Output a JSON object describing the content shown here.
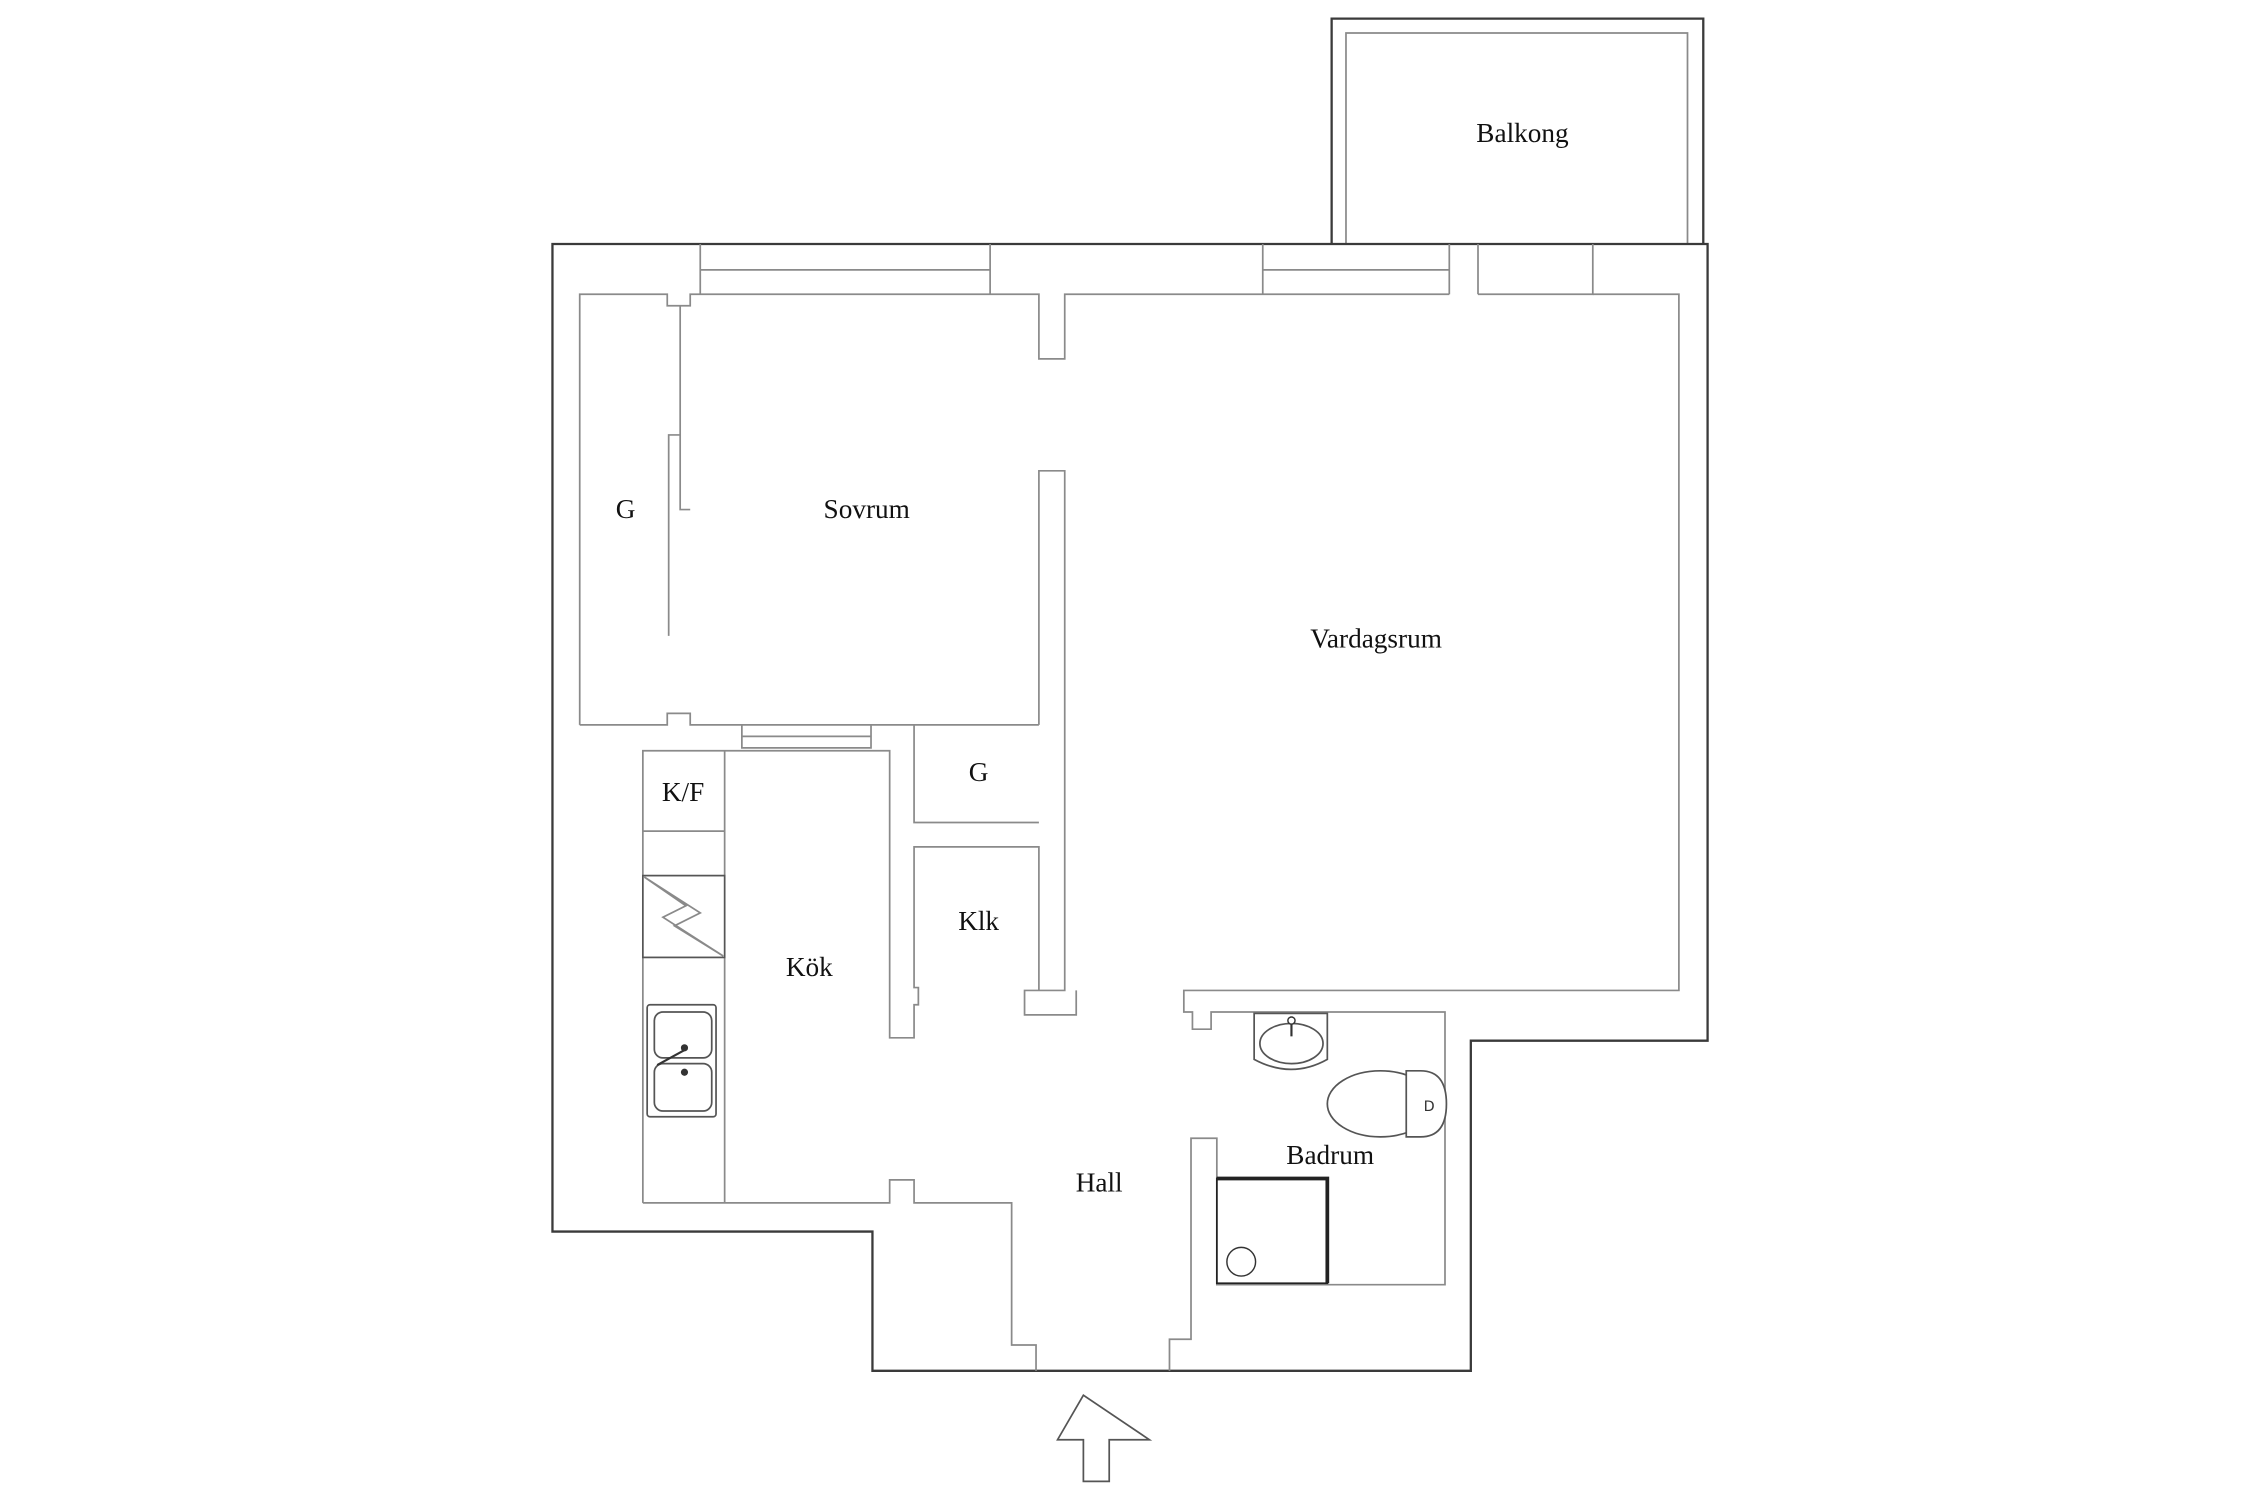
{
  "plan": {
    "rooms": [
      {
        "id": "balkong",
        "label": "Balkong"
      },
      {
        "id": "sovrum",
        "label": "Sovrum"
      },
      {
        "id": "garderob-sovrum",
        "label": "G"
      },
      {
        "id": "vardagsrum",
        "label": "Vardagsrum"
      },
      {
        "id": "garderob-hall",
        "label": "G"
      },
      {
        "id": "kyl-frys",
        "label": "K/F"
      },
      {
        "id": "kok",
        "label": "Kök"
      },
      {
        "id": "klk",
        "label": "Klk"
      },
      {
        "id": "badrum",
        "label": "Badrum"
      },
      {
        "id": "hall",
        "label": "Hall"
      }
    ],
    "fixtures": [
      "stove",
      "double-sink",
      "washbasin",
      "toilet",
      "shower"
    ],
    "entrance_arrow": "arrow-up-icon",
    "colors": {
      "outer_wall": "#3a3a3a",
      "inner_wall": "#8a8a8a",
      "background": "#ffffff"
    }
  }
}
